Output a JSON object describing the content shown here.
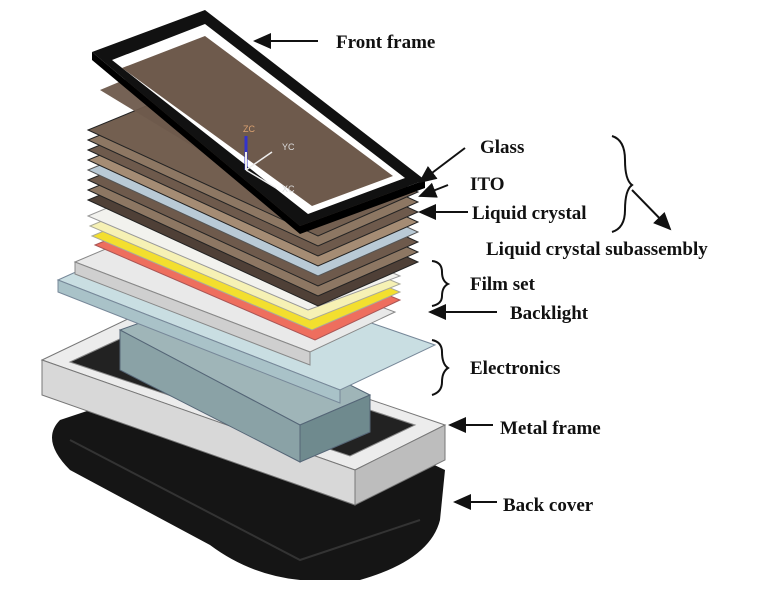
{
  "labels": {
    "front_frame": "Front frame",
    "glass": "Glass",
    "ito": "ITO",
    "liquid_crystal": "Liquid crystal",
    "lc_subassembly": "Liquid crystal subassembly",
    "film_set": "Film set",
    "backlight": "Backlight",
    "electronics": "Electronics",
    "metal_frame": "Metal frame",
    "back_cover": "Back cover"
  },
  "axes": {
    "z": "ZC",
    "y": "YC",
    "x": "XC"
  },
  "colors": {
    "frame": "#111111",
    "glass": "#6e5a4c",
    "ito": "#a58c74",
    "liquid_crystal": "#b9cad6",
    "film_white": "#f2f2ee",
    "film_yellow_pale": "#f6f1b4",
    "film_yellow": "#f3df2e",
    "film_red": "#ee6e5e",
    "backlight": "#e9e9e9",
    "electronics": "#c9dee2",
    "metal_frame": "#e2e2e2",
    "back_cover": "#151515"
  }
}
